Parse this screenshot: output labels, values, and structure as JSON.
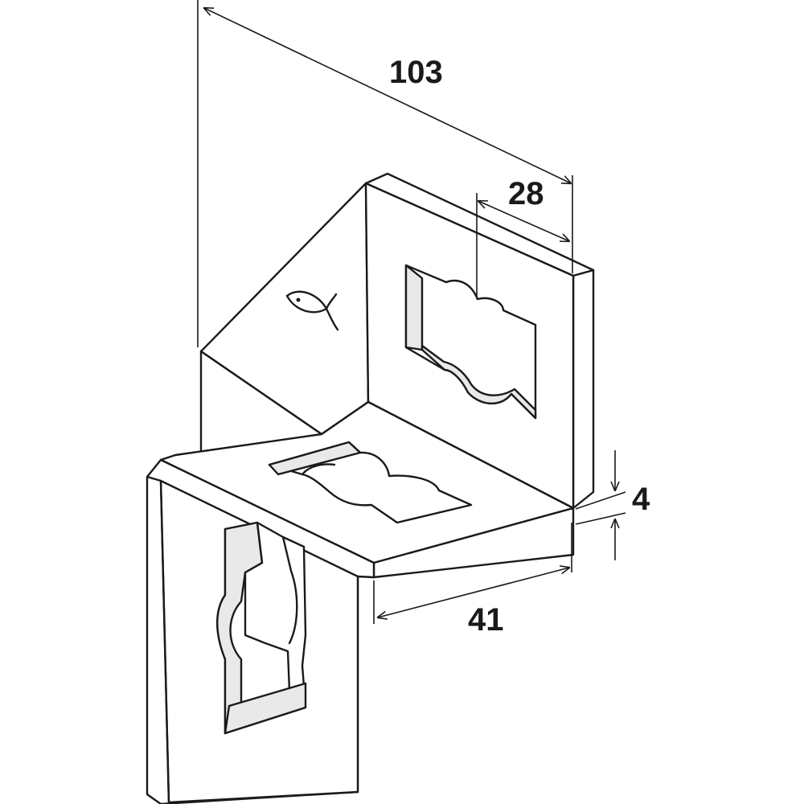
{
  "dimensions": {
    "overall_length": "103",
    "slot_offset": "28",
    "thickness": "4",
    "leg_width": "41"
  },
  "colors": {
    "line": "#1a1a1a",
    "background": "#ffffff",
    "shade": "#e9e9e9"
  },
  "icons": {
    "manufacturer_mark": "fish-icon"
  }
}
